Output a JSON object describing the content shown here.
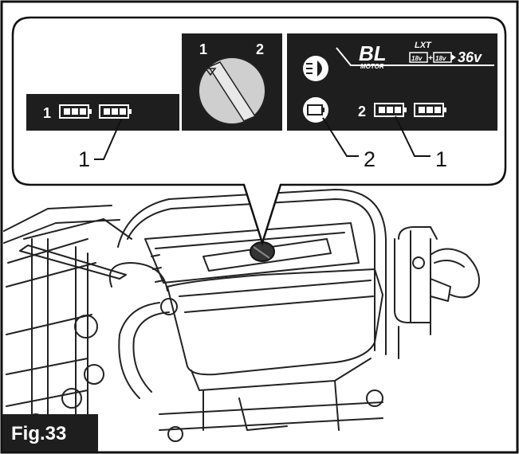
{
  "figure": {
    "label": "Fig.33"
  },
  "panel": {
    "left_battery_index": "1",
    "right_battery_index": "2",
    "dial_position_1": "1",
    "dial_position_2": "2",
    "brand_logo": "BL",
    "brand_motor": "MOTOR",
    "lxt_label": "LXT",
    "battery_combo_left": "18v",
    "battery_combo_right": "18v",
    "voltage": "36v"
  },
  "callouts": {
    "left": "1",
    "middle": "2",
    "right": "1"
  },
  "icons": {
    "headlight": "headlight-icon",
    "battery_check": "battery-check-icon",
    "battery_gauge": "battery-indicator-icon",
    "dial": "selector-dial-icon"
  },
  "colors": {
    "panel": "#1e1e1e",
    "indicator": "#ffffff",
    "line": "#111111"
  }
}
